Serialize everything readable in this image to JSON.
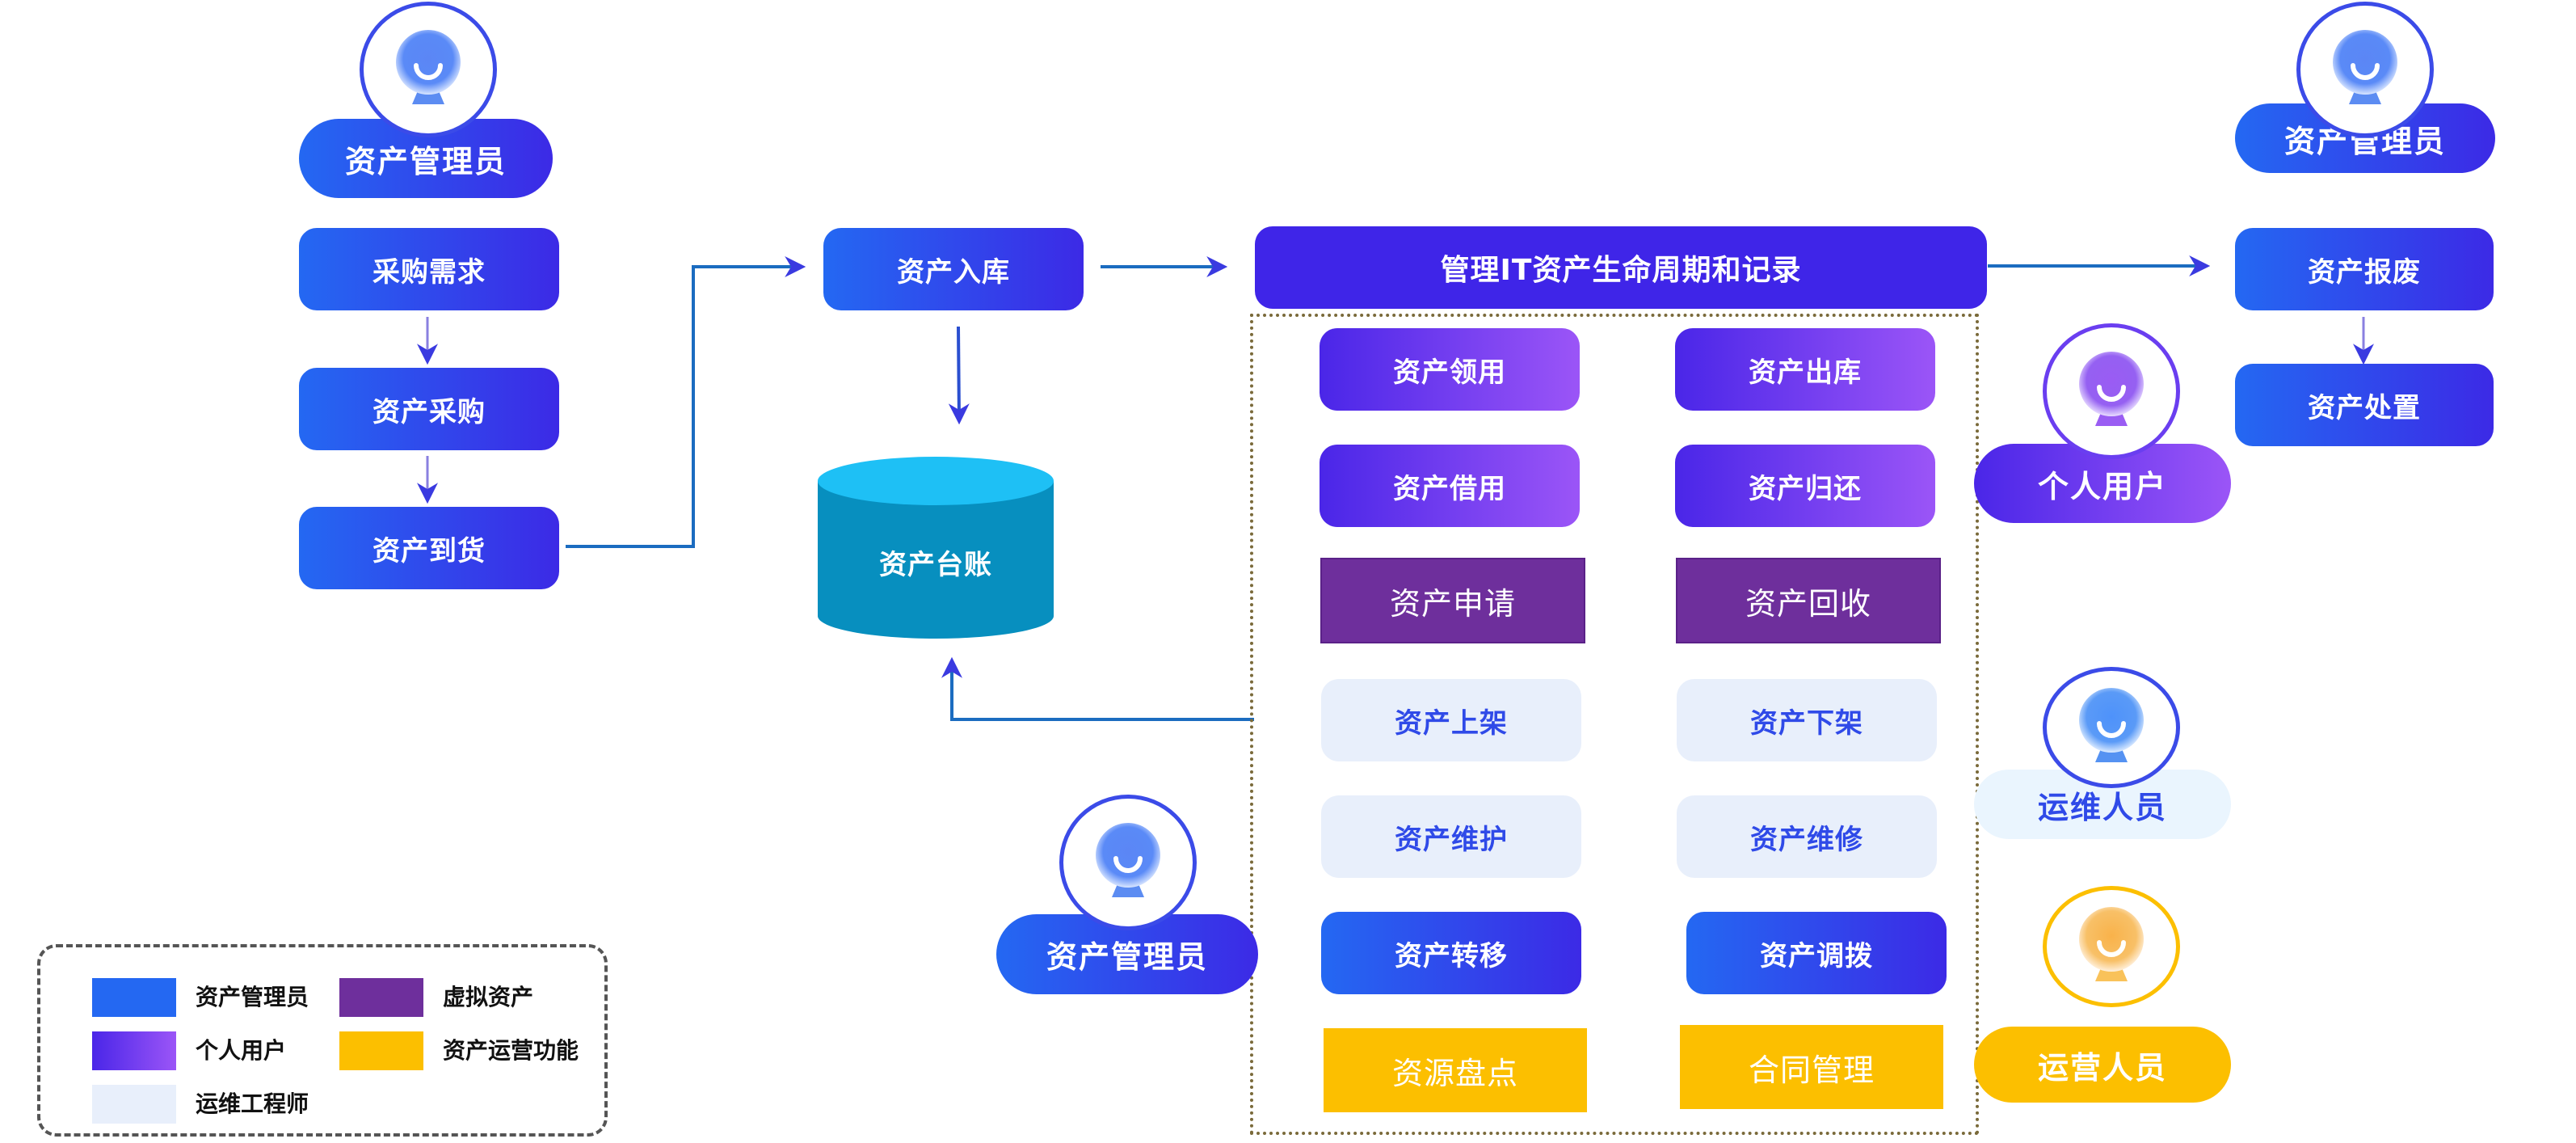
{
  "colors": {
    "admin_start": "#2468f2",
    "admin_end": "#3c2ae6",
    "user_start": "#4a26e8",
    "user_end": "#9b55f7",
    "virtual": "#6e2f9c",
    "ops_bg": "#e8effb",
    "ops_text": "#2f4ae8",
    "operation": "#fcbf00",
    "database_top": "#1ec0f5",
    "database_body": "#078fbf",
    "arrow": "#3a3ae0",
    "connector": "#1b6cc0"
  },
  "roles": {
    "admin_top_left": {
      "label": "资产管理员",
      "icon": "person-avatar-icon"
    },
    "admin_top_right": {
      "label": "资产管理员",
      "icon": "person-avatar-icon"
    },
    "admin_bottom_center": {
      "label": "资产管理员",
      "icon": "person-avatar-icon"
    },
    "personal_user": {
      "label": "个人用户",
      "icon": "person-avatar-icon"
    },
    "ops_staff": {
      "label": "运维人员",
      "icon": "person-avatar-icon"
    },
    "operations_staff": {
      "label": "运营人员",
      "icon": "person-avatar-icon"
    }
  },
  "procurement_flow": [
    "采购需求",
    "资产采购",
    "资产到货"
  ],
  "storage": {
    "inbound": "资产入库",
    "ledger": "资产台账"
  },
  "lifecycle": {
    "title": "管理IT资产生命周期和记录",
    "rows": [
      {
        "left": "资产领用",
        "right": "资产出库",
        "category": "personal_user"
      },
      {
        "left": "资产借用",
        "right": "资产归还",
        "category": "personal_user"
      },
      {
        "left": "资产申请",
        "right": "资产回收",
        "category": "virtual_asset"
      },
      {
        "left": "资产上架",
        "right": "资产下架",
        "category": "ops_engineer"
      },
      {
        "left": "资产维护",
        "right": "资产维修",
        "category": "ops_engineer"
      },
      {
        "left": "资产转移",
        "right": "资产调拨",
        "category": "asset_admin"
      },
      {
        "left": "资源盘点",
        "right": "合同管理",
        "category": "asset_operation"
      }
    ]
  },
  "disposal_flow": [
    "资产报废",
    "资产处置"
  ],
  "legend": {
    "items": [
      {
        "label": "资产管理员",
        "swatch": "solid-blue"
      },
      {
        "label": "虚拟资产",
        "swatch": "solid-purple"
      },
      {
        "label": "个人用户",
        "swatch": "gradient-violet"
      },
      {
        "label": "资产运营功能",
        "swatch": "solid-yellow"
      },
      {
        "label": "运维工程师",
        "swatch": "light-blue"
      }
    ]
  }
}
